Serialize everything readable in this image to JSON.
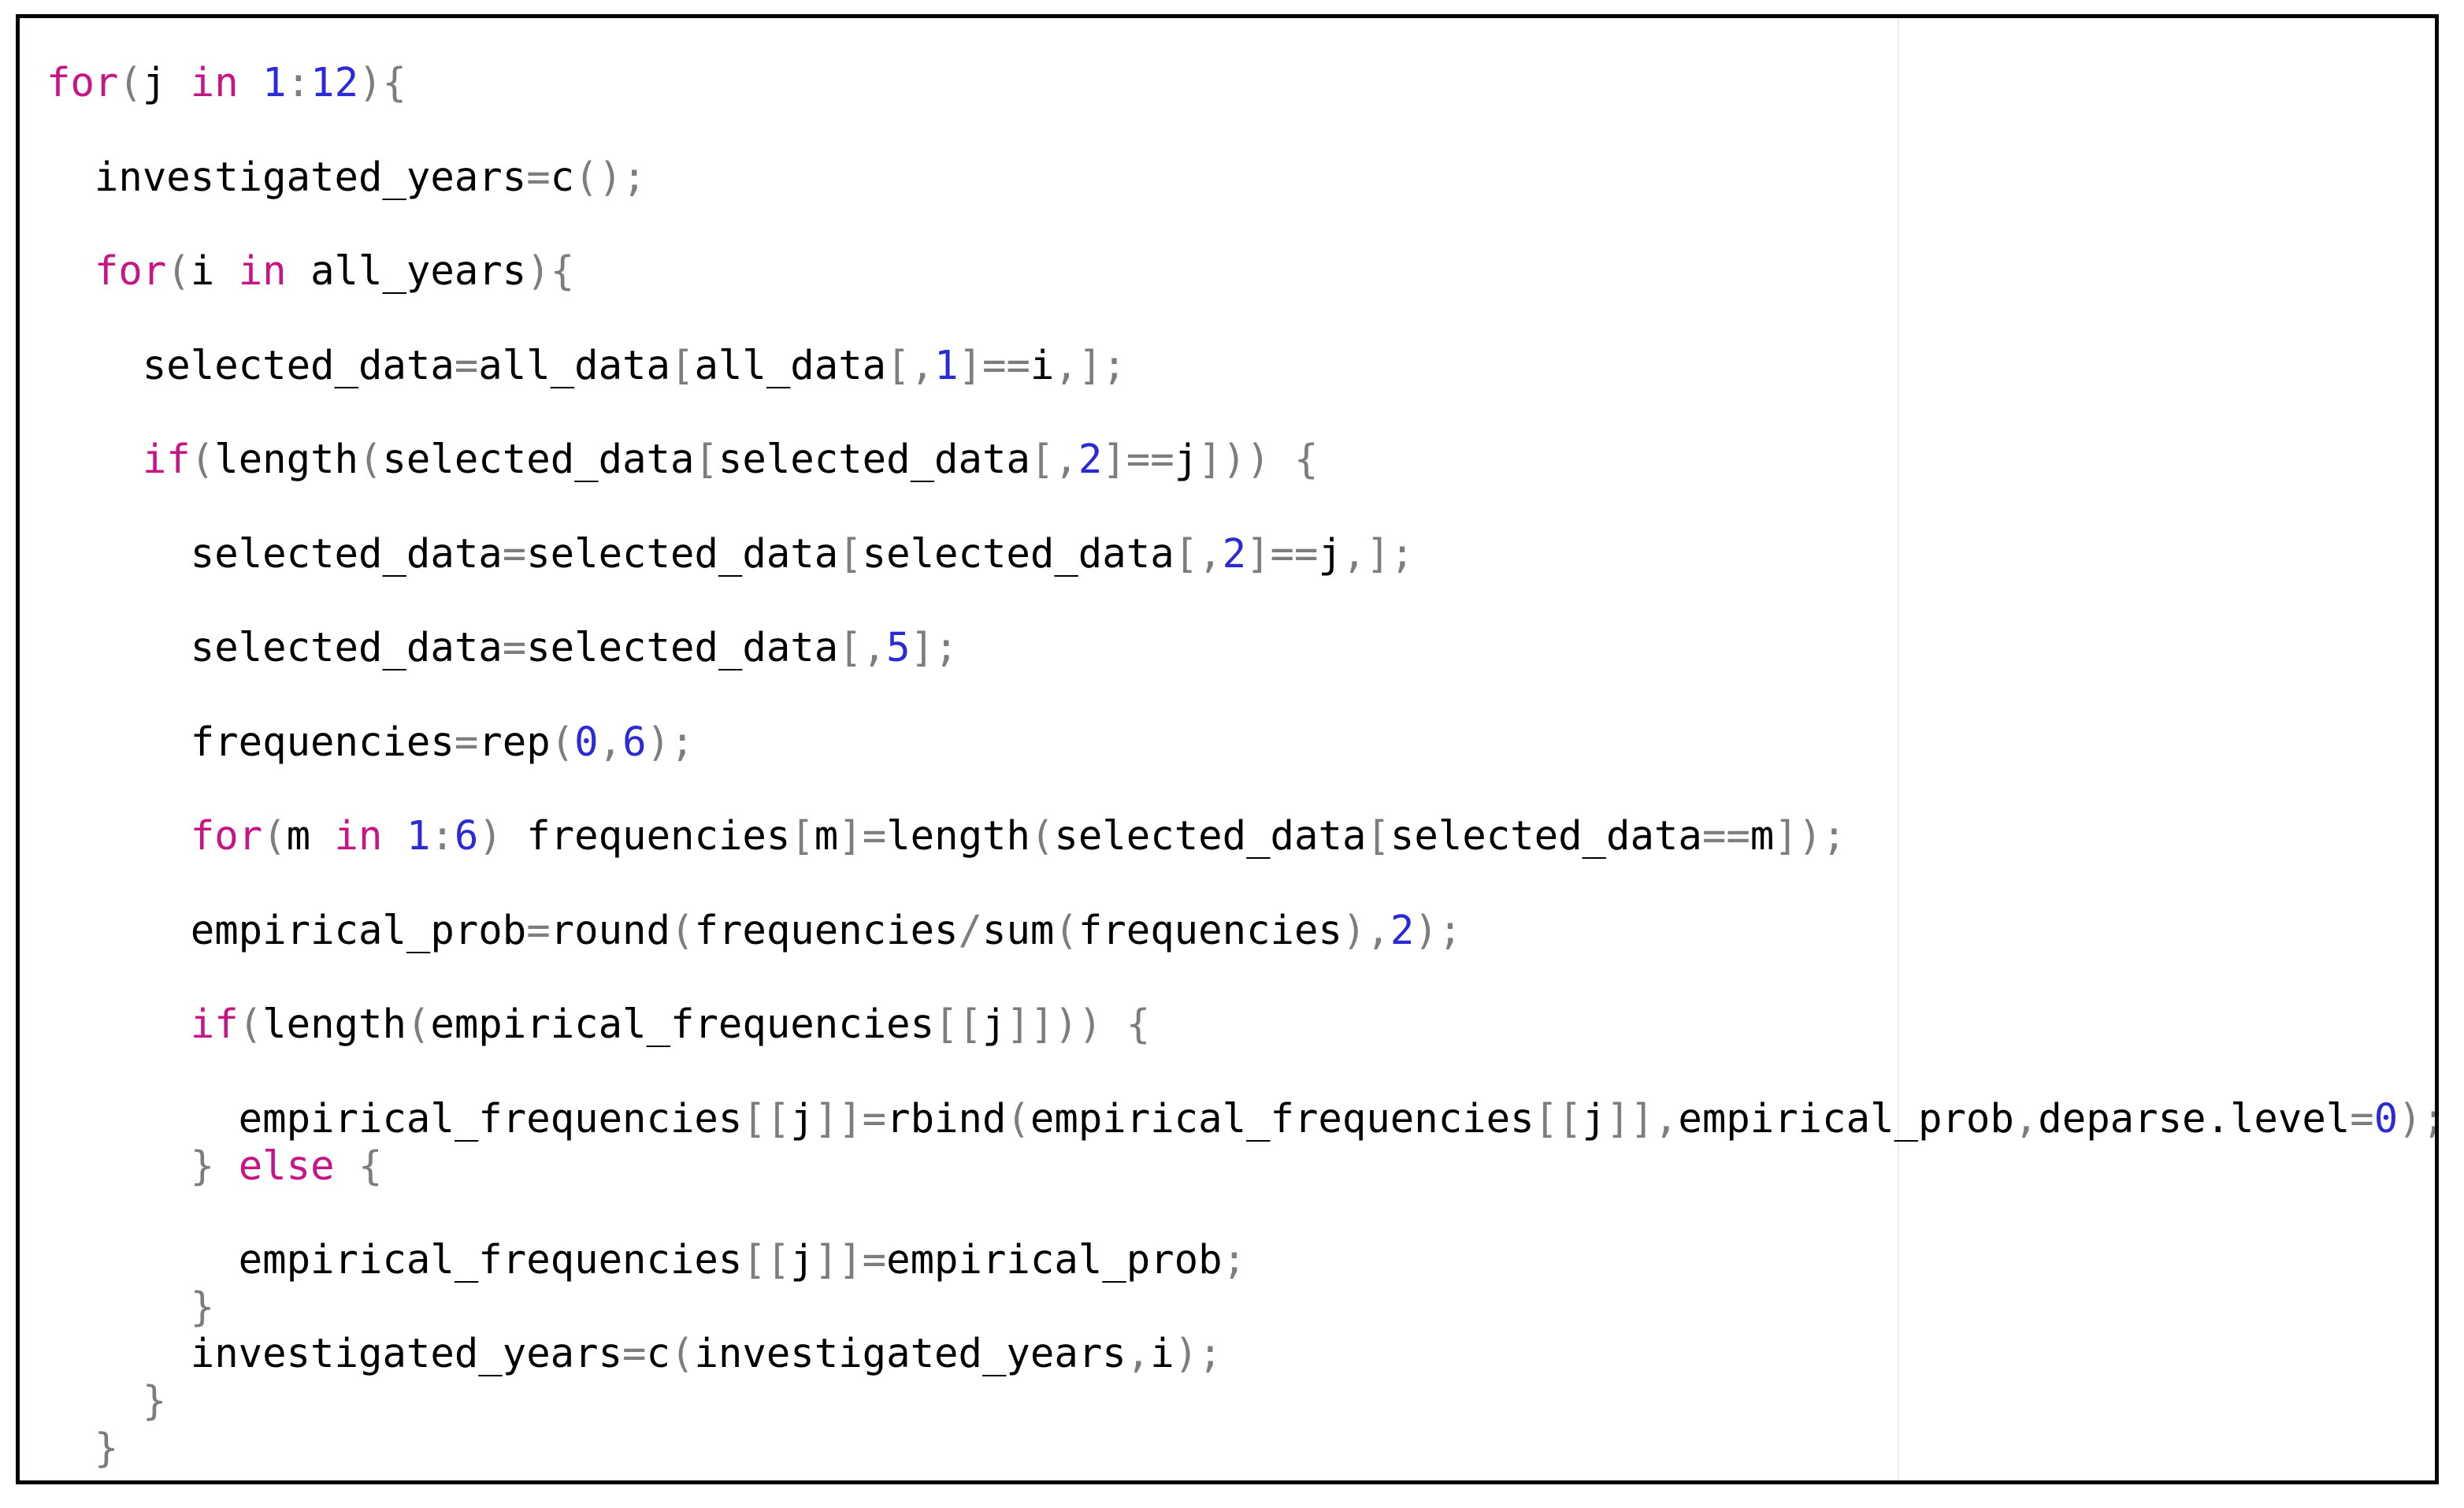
{
  "colors": {
    "keyword": "#c71585",
    "number": "#2a2ad6",
    "punctuation": "#7d7d7d",
    "text": "#000000"
  },
  "code": {
    "lines": [
      [
        [
          "for",
          "keyword"
        ],
        [
          "(",
          "punctuation"
        ],
        [
          "j ",
          "text"
        ],
        [
          "in",
          "keyword"
        ],
        [
          " ",
          "text"
        ],
        [
          "1",
          "number"
        ],
        [
          ":",
          "punctuation"
        ],
        [
          "12",
          "number"
        ],
        [
          "){",
          "punctuation"
        ]
      ],
      [
        [
          "  investigated_years",
          "text"
        ],
        [
          "=",
          "punctuation"
        ],
        [
          "c",
          "text"
        ],
        [
          "();",
          "punctuation"
        ]
      ],
      [
        [
          "  ",
          "text"
        ],
        [
          "for",
          "keyword"
        ],
        [
          "(",
          "punctuation"
        ],
        [
          "i ",
          "text"
        ],
        [
          "in",
          "keyword"
        ],
        [
          " all_years",
          "text"
        ],
        [
          "){",
          "punctuation"
        ]
      ],
      [
        [
          "    selected_data",
          "text"
        ],
        [
          "=",
          "punctuation"
        ],
        [
          "all_data",
          "text"
        ],
        [
          "[",
          "punctuation"
        ],
        [
          "all_data",
          "text"
        ],
        [
          "[,",
          "punctuation"
        ],
        [
          "1",
          "number"
        ],
        [
          "]==",
          "punctuation"
        ],
        [
          "i",
          "text"
        ],
        [
          ",];",
          "punctuation"
        ]
      ],
      [
        [
          "    ",
          "text"
        ],
        [
          "if",
          "keyword"
        ],
        [
          "(",
          "punctuation"
        ],
        [
          "length",
          "text"
        ],
        [
          "(",
          "punctuation"
        ],
        [
          "selected_data",
          "text"
        ],
        [
          "[",
          "punctuation"
        ],
        [
          "selected_data",
          "text"
        ],
        [
          "[,",
          "punctuation"
        ],
        [
          "2",
          "number"
        ],
        [
          "]==",
          "punctuation"
        ],
        [
          "j",
          "text"
        ],
        [
          "])) {",
          "punctuation"
        ]
      ],
      [
        [
          "      selected_data",
          "text"
        ],
        [
          "=",
          "punctuation"
        ],
        [
          "selected_data",
          "text"
        ],
        [
          "[",
          "punctuation"
        ],
        [
          "selected_data",
          "text"
        ],
        [
          "[,",
          "punctuation"
        ],
        [
          "2",
          "number"
        ],
        [
          "]==",
          "punctuation"
        ],
        [
          "j",
          "text"
        ],
        [
          ",];",
          "punctuation"
        ]
      ],
      [
        [
          "      selected_data",
          "text"
        ],
        [
          "=",
          "punctuation"
        ],
        [
          "selected_data",
          "text"
        ],
        [
          "[,",
          "punctuation"
        ],
        [
          "5",
          "number"
        ],
        [
          "];",
          "punctuation"
        ]
      ],
      [
        [
          "      frequencies",
          "text"
        ],
        [
          "=",
          "punctuation"
        ],
        [
          "rep",
          "text"
        ],
        [
          "(",
          "punctuation"
        ],
        [
          "0",
          "number"
        ],
        [
          ",",
          "punctuation"
        ],
        [
          "6",
          "number"
        ],
        [
          ");",
          "punctuation"
        ]
      ],
      [
        [
          "      ",
          "text"
        ],
        [
          "for",
          "keyword"
        ],
        [
          "(",
          "punctuation"
        ],
        [
          "m ",
          "text"
        ],
        [
          "in",
          "keyword"
        ],
        [
          " ",
          "text"
        ],
        [
          "1",
          "number"
        ],
        [
          ":",
          "punctuation"
        ],
        [
          "6",
          "number"
        ],
        [
          ") ",
          "punctuation"
        ],
        [
          "frequencies",
          "text"
        ],
        [
          "[",
          "punctuation"
        ],
        [
          "m",
          "text"
        ],
        [
          "]=",
          "punctuation"
        ],
        [
          "length",
          "text"
        ],
        [
          "(",
          "punctuation"
        ],
        [
          "selected_data",
          "text"
        ],
        [
          "[",
          "punctuation"
        ],
        [
          "selected_data",
          "text"
        ],
        [
          "==",
          "punctuation"
        ],
        [
          "m",
          "text"
        ],
        [
          "]);",
          "punctuation"
        ]
      ],
      [
        [
          "      empirical_prob",
          "text"
        ],
        [
          "=",
          "punctuation"
        ],
        [
          "round",
          "text"
        ],
        [
          "(",
          "punctuation"
        ],
        [
          "frequencies",
          "text"
        ],
        [
          "/",
          "punctuation"
        ],
        [
          "sum",
          "text"
        ],
        [
          "(",
          "punctuation"
        ],
        [
          "frequencies",
          "text"
        ],
        [
          "),",
          "punctuation"
        ],
        [
          "2",
          "number"
        ],
        [
          ");",
          "punctuation"
        ]
      ],
      [
        [
          "      ",
          "text"
        ],
        [
          "if",
          "keyword"
        ],
        [
          "(",
          "punctuation"
        ],
        [
          "length",
          "text"
        ],
        [
          "(",
          "punctuation"
        ],
        [
          "empirical_frequencies",
          "text"
        ],
        [
          "[[",
          "punctuation"
        ],
        [
          "j",
          "text"
        ],
        [
          "]])) {",
          "punctuation"
        ]
      ],
      [
        [
          "        empirical_frequencies",
          "text"
        ],
        [
          "[[",
          "punctuation"
        ],
        [
          "j",
          "text"
        ],
        [
          "]]=",
          "punctuation"
        ],
        [
          "rbind",
          "text"
        ],
        [
          "(",
          "punctuation"
        ],
        [
          "empirical_frequencies",
          "text"
        ],
        [
          "[[",
          "punctuation"
        ],
        [
          "j",
          "text"
        ],
        [
          "]],",
          "punctuation"
        ],
        [
          "empirical_prob",
          "text"
        ],
        [
          ",",
          "punctuation"
        ],
        [
          "deparse.level",
          "text"
        ],
        [
          "=",
          "punctuation"
        ],
        [
          "0",
          "number"
        ],
        [
          ");",
          "punctuation"
        ]
      ],
      [
        [
          "      ",
          "text"
        ],
        [
          "}",
          "punctuation"
        ],
        [
          " ",
          "text"
        ],
        [
          "else",
          "keyword"
        ],
        [
          " {",
          "punctuation"
        ]
      ],
      [
        [
          "        empirical_frequencies",
          "text"
        ],
        [
          "[[",
          "punctuation"
        ],
        [
          "j",
          "text"
        ],
        [
          "]]=",
          "punctuation"
        ],
        [
          "empirical_prob",
          "text"
        ],
        [
          ";",
          "punctuation"
        ]
      ],
      [
        [
          "      ",
          "text"
        ],
        [
          "}",
          "punctuation"
        ]
      ],
      [
        [
          "      investigated_years",
          "text"
        ],
        [
          "=",
          "punctuation"
        ],
        [
          "c",
          "text"
        ],
        [
          "(",
          "punctuation"
        ],
        [
          "investigated_years",
          "text"
        ],
        [
          ",",
          "punctuation"
        ],
        [
          "i",
          "text"
        ],
        [
          ");",
          "punctuation"
        ]
      ],
      [
        [
          "    ",
          "text"
        ],
        [
          "}",
          "punctuation"
        ]
      ],
      [
        [
          "  ",
          "text"
        ],
        [
          "}",
          "punctuation"
        ]
      ]
    ]
  }
}
